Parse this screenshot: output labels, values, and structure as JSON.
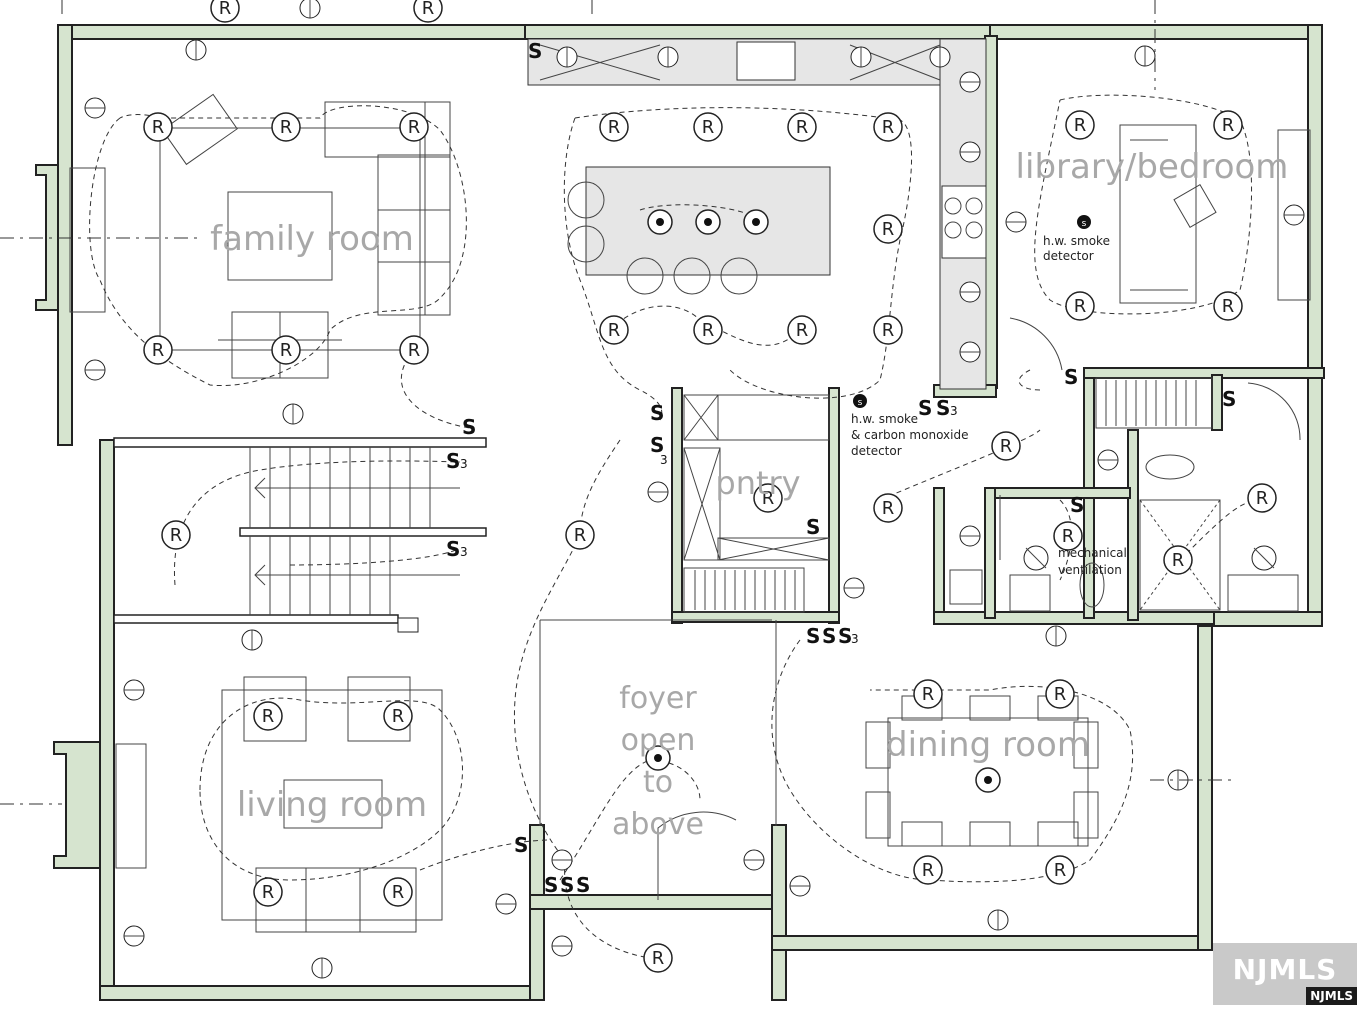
{
  "rooms": {
    "family_room": "family room",
    "library_bedroom": "library/bedroom",
    "pantry": "pntry",
    "living_room": "living room",
    "foyer": [
      "foyer",
      "open",
      "to",
      "above"
    ],
    "dining_room": "dining room"
  },
  "annotations": {
    "smoke_detector_1": [
      "h.w. smoke",
      "detector"
    ],
    "smoke_co_detector": [
      "h.w. smoke",
      "& carbon monoxide",
      "detector"
    ],
    "mechanical_ventilation": [
      "mechanical",
      "ventilation"
    ]
  },
  "symbols": {
    "recessed_light": "R",
    "switch": "S",
    "three_way": "3",
    "smoke_dot": "s"
  },
  "logo": {
    "main": "NJMLS",
    "sub": "NJMLS"
  },
  "colors": {
    "wall_fill": "#d6e4cf",
    "counter_fill": "#e6e6e6",
    "label_gray": "#a8a8a8"
  }
}
